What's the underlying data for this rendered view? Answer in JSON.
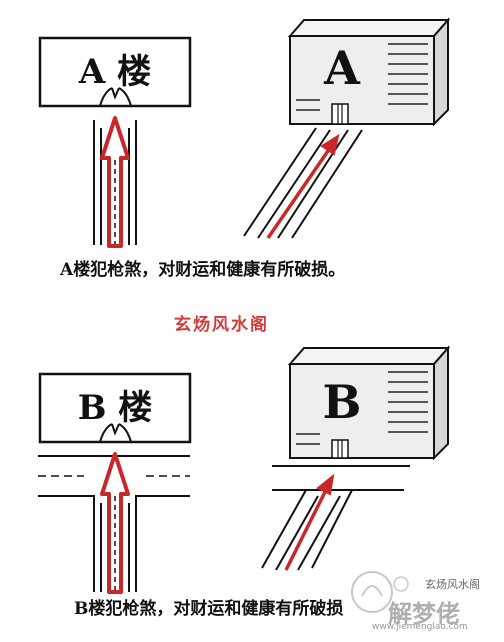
{
  "panel_a": {
    "sign_label": "A 楼",
    "cube_letter": "A",
    "caption": "A楼犯枪煞，对财运和健康有所破损。"
  },
  "center_label": "玄炀风水阁",
  "panel_b": {
    "sign_label": "B 楼",
    "cube_letter": "B",
    "caption": "B楼犯枪煞，对财运和健康有所破损"
  },
  "watermark": {
    "account": "玄炀风水阁",
    "brand": "解梦佬",
    "url": "www.jiemenglao.com"
  },
  "colors": {
    "arrow_red": "#c8282a",
    "line_black": "#111111",
    "cube_front": "#eeeeee",
    "cube_side": "#d7d7d7",
    "cube_top": "#f4f4f4",
    "label_red": "#d23b3b"
  }
}
